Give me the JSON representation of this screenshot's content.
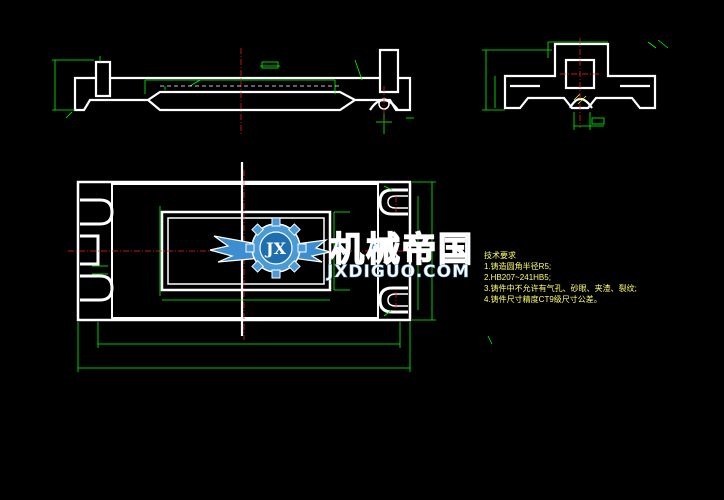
{
  "watermark": {
    "name_cn": "机械帝国",
    "site": "JXDIGUO.COM",
    "logo_letters": "JX"
  },
  "technical_requirements": {
    "title": "技术要求",
    "lines": [
      "1.铸造圆角半径R5;",
      "2.HB207~241HB5;",
      "3.铸件中不允许有气孔、砂眼、夹渣、裂纹;",
      "4.铸件尺寸精度CT9级尺寸公差。"
    ]
  },
  "colors": {
    "outline": "#ffffff",
    "dimension": "#00ff00",
    "centerline": "#ff2020",
    "hatch": "#ffff00",
    "dim_text": "#ffff66",
    "watermark_blue": "#1f8fd6"
  }
}
